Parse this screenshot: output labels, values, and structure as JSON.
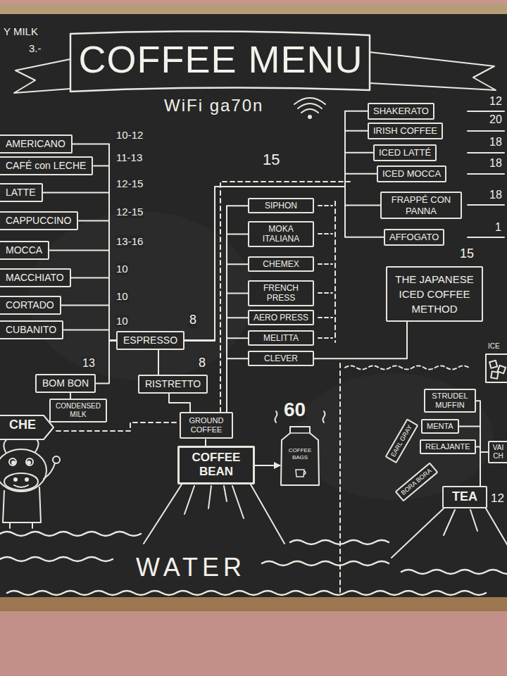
{
  "diagram": {
    "title": "COFFEE MENU",
    "nodes": [
      {
        "text": [
          "AMERICANO"
        ]
      },
      {
        "text": [
          "CAFÉ con LECHE"
        ]
      },
      {
        "text": [
          "LATTE"
        ]
      },
      {
        "text": [
          "CAPPUCCINO"
        ]
      },
      {
        "text": [
          "MOCCA"
        ]
      },
      {
        "text": [
          "MACCHIATO"
        ]
      },
      {
        "text": [
          "CORTADO"
        ]
      },
      {
        "text": [
          "CUBANITO"
        ]
      },
      {
        "text": [
          "ESPRESSO"
        ]
      },
      {
        "text": [
          "BOM BON"
        ]
      },
      {
        "text": [
          "CONDENSED MILK"
        ]
      },
      {
        "text": [
          "RISTRETTO"
        ]
      },
      {
        "text": [
          "GROUND COFFEE"
        ]
      },
      {
        "text": [
          "COFFEE BEAN"
        ]
      },
      {
        "text": [
          "COFFEE BAGS"
        ]
      },
      {
        "text": [
          "SIPHON"
        ]
      },
      {
        "text": [
          "MOKA ITALIANA"
        ]
      },
      {
        "text": [
          "CHEMEX"
        ]
      },
      {
        "text": [
          "FRENCH PRESS"
        ]
      },
      {
        "text": [
          "AERO PRESS"
        ]
      },
      {
        "text": [
          "MELITTA"
        ]
      },
      {
        "text": [
          "CLEVER"
        ]
      },
      {
        "text": [
          "SHAKERATO"
        ]
      },
      {
        "text": [
          "IRISH COFFEE"
        ]
      },
      {
        "text": [
          "ICED LATTÉ"
        ]
      },
      {
        "text": [
          "ICED MOCCA"
        ]
      },
      {
        "text": [
          "FRAPPÉ CON PANNA"
        ]
      },
      {
        "text": [
          "AFFOGATO"
        ]
      },
      {
        "text": [
          "THE JAPANESE ICED COFFEE METHOD"
        ]
      },
      {
        "text": [
          "STRUDEL MUFFIN"
        ]
      },
      {
        "text": [
          "MENTA"
        ]
      },
      {
        "text": [
          "RELAJANTE"
        ]
      },
      {
        "text": [
          "VAI CH"
        ]
      },
      {
        "text": [
          "EARL GRAY"
        ]
      },
      {
        "text": [
          "BORA BORA"
        ]
      },
      {
        "text": [
          "TEA"
        ]
      }
    ],
    "edges": [
      {
        "from": 8,
        "to": 0,
        "arrow": "none"
      },
      {
        "from": 8,
        "to": 1,
        "arrow": "none"
      },
      {
        "from": 8,
        "to": 2,
        "arrow": "none"
      },
      {
        "from": 8,
        "to": 3,
        "arrow": "none"
      },
      {
        "from": 8,
        "to": 4,
        "arrow": "none"
      },
      {
        "from": 8,
        "to": 5,
        "arrow": "none"
      },
      {
        "from": 8,
        "to": 6,
        "arrow": "none"
      },
      {
        "from": 8,
        "to": 7,
        "arrow": "none"
      },
      {
        "from": 8,
        "to": 9,
        "arrow": "none"
      },
      {
        "from": 9,
        "to": 10,
        "arrow": "none"
      },
      {
        "from": 11,
        "to": 8,
        "arrow": "none"
      },
      {
        "from": 12,
        "to": 11,
        "arrow": "none"
      },
      {
        "from": 13,
        "to": 12,
        "arrow": "none"
      },
      {
        "from": 13,
        "to": 14,
        "arrow": "to"
      },
      {
        "from": 12,
        "to": 15,
        "arrow": "none"
      },
      {
        "from": 12,
        "to": 16,
        "arrow": "none"
      },
      {
        "from": 12,
        "to": 17,
        "arrow": "none"
      },
      {
        "from": 12,
        "to": 18,
        "arrow": "none"
      },
      {
        "from": 12,
        "to": 19,
        "arrow": "none"
      },
      {
        "from": 12,
        "to": 20,
        "arrow": "none"
      },
      {
        "from": 12,
        "to": 21,
        "arrow": "none"
      },
      {
        "from": 8,
        "to": 22,
        "arrow": "none"
      },
      {
        "from": 8,
        "to": 23,
        "arrow": "none"
      },
      {
        "from": 8,
        "to": 24,
        "arrow": "none"
      },
      {
        "from": 8,
        "to": 25,
        "arrow": "none"
      },
      {
        "from": 8,
        "to": 26,
        "arrow": "none"
      },
      {
        "from": 8,
        "to": 27,
        "arrow": "none"
      },
      {
        "from": 21,
        "to": 28,
        "arrow": "none"
      },
      {
        "from": 35,
        "to": 29,
        "arrow": "none"
      },
      {
        "from": 35,
        "to": 30,
        "arrow": "none"
      },
      {
        "from": 35,
        "to": 31,
        "arrow": "none"
      },
      {
        "from": 35,
        "to": 32,
        "arrow": "none"
      }
    ],
    "labels": [
      "Y MILK",
      "3.-",
      "WiFi ga70n",
      "10-12",
      "11-13",
      "12-15",
      "12-15",
      "13-16",
      "10",
      "10",
      "10",
      "8",
      "13",
      "8",
      "15",
      "60",
      "12",
      "20",
      "18",
      "18",
      "18",
      "1",
      "15",
      "ICE",
      "12",
      "CHE",
      "WATER"
    ]
  }
}
